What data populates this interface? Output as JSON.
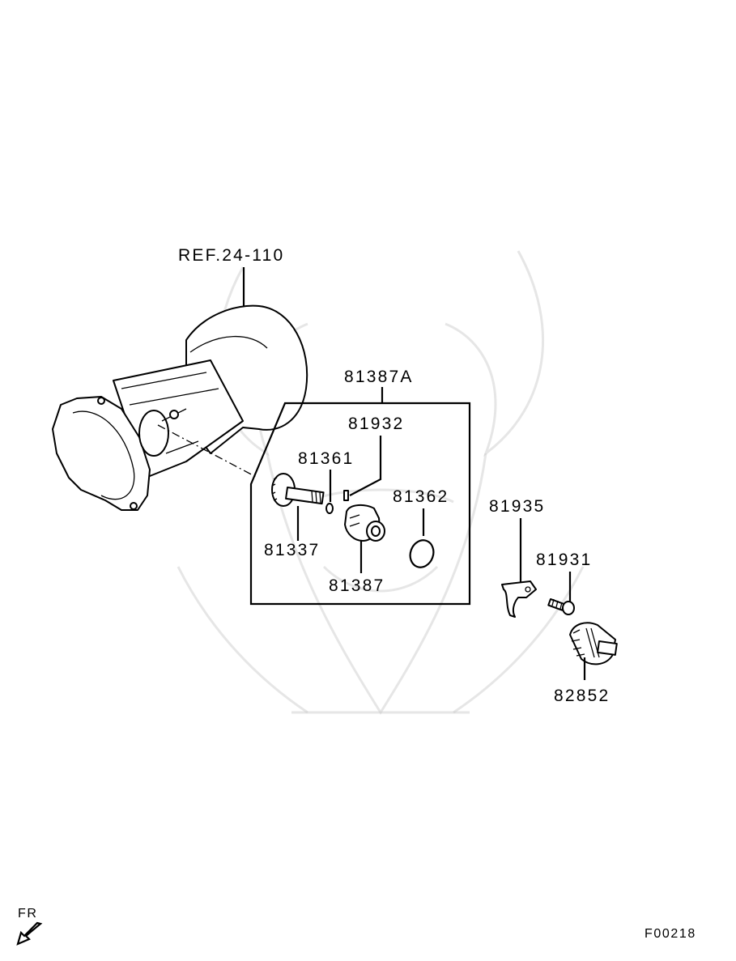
{
  "diagram": {
    "reference_label": "REF.24-110",
    "part_labels": {
      "p81387A": "81387A",
      "p81932": "81932",
      "p81361": "81361",
      "p81362": "81362",
      "p81337": "81337",
      "p81387": "81387",
      "p81935": "81935",
      "p81931": "81931",
      "p82852": "82852"
    },
    "front_indicator": "FR",
    "figure_code": "F00218"
  }
}
